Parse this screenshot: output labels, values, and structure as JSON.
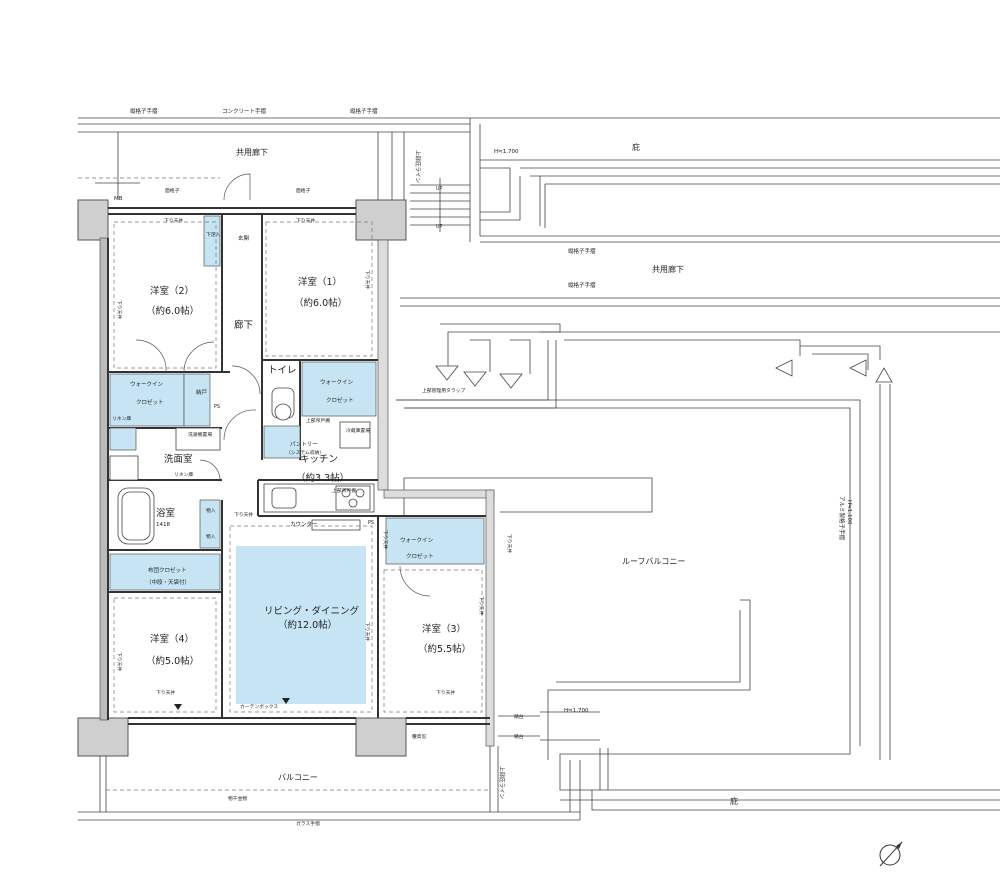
{
  "labels": {
    "corridor_top": "共用廊下",
    "corridor_right": "共用廊下",
    "railing_grille_left": "縦格子手摺",
    "railing_concrete": "コンクリート手摺",
    "railing_grille_mid": "縦格子手摺",
    "railing_grille_right_1": "縦格子手摺",
    "railing_grille_right_2": "縦格子手摺",
    "railing_glass": "ガラス手摺",
    "railing_aluminum": "アルミ製格子手摺",
    "height_h1700_top": "H≒1,700",
    "height_h1100": "H≒1,100",
    "height_h1700_bottom": "H≒1,700",
    "eaves_top": "庇",
    "eaves_bottom": "庇",
    "upper_floor_line_top": "上部庇ライン",
    "upper_floor_line_bottom": "上部庇ライン",
    "up_1": "UP",
    "up_2": "UP",
    "mb": "MB",
    "genkan": "玄関",
    "geta": "下足入",
    "youshitsu_2": "洋室（2）",
    "youshitsu_2_size": "（約6.0帖）",
    "youshitsu_1": "洋室（1）",
    "youshitsu_1_size": "（約6.0帖）",
    "rouka": "廊下",
    "toilet": "トイレ",
    "wic_left_1": "ウォークイン",
    "wic_left_2": "クロゼット",
    "nando": "納戸",
    "ps": "PS",
    "wic_right_1": "ウォークイン",
    "wic_right_2": "クロゼット",
    "upper_storage": "上部吊戸棚",
    "reizouko": "冷蔵庫置場",
    "linen": "リネン庫",
    "washer": "洗濯機置場",
    "senmenshitsu": "洗面室",
    "linen_ko": "リネン庫",
    "pantry_1": "パントリー",
    "pantry_2": "（システム収納）",
    "kitchen": "キッチン",
    "kitchen_size": "（約3.3帖）",
    "yokushitsu": "浴室",
    "bath_size": "1418",
    "mono_1": "物入",
    "mono_2": "物入",
    "counter": "カウンター",
    "upper_storage_2": "上部吊戸棚",
    "ps_2": "PS",
    "wic_3_1": "ウォークイン",
    "wic_3_2": "クロゼット",
    "futon_1": "布団クロゼット",
    "futon_2": "（中段・天袋付）",
    "living": "リビング・ダイニング",
    "living_size": "（約12.0帖）",
    "youshitsu_4": "洋室（4）",
    "youshitsu_4_size": "（約5.0帖）",
    "youshitsu_3": "洋室（3）",
    "youshitsu_3_size": "（約5.5帖）",
    "curtain_box": "カーテンボックス",
    "roof_balcony": "ルーフバルコニー",
    "balcony": "バルコニー",
    "monohoshi": "物干金物",
    "tsudai_1": "踏台",
    "tsudai_2": "踏台",
    "koshidaka": "腰高窓",
    "kojo_ladder": "上部管理用タラップ",
    "sagari_1": "下り天井",
    "sagari_2": "下り天井",
    "sagari_3": "下り天井",
    "sagari_4": "下り天井",
    "sagari_5": "下り天井",
    "sagari_6": "下り天井",
    "sagari_7": "下り天井",
    "sagari_8": "下り天井",
    "sagari_9": "下り天井",
    "sagari_10": "下り天井",
    "sagari_11": "下り天井",
    "sagari_12": "下り天井",
    "shikigaku_1": "面格子",
    "shikigaku_2": "面格子"
  },
  "colors": {
    "storage_fill": "#c6e4f3",
    "wall_fill": "#cfcfcf",
    "line": "#444444"
  },
  "icons": {
    "compass": "north-compass-icon"
  }
}
